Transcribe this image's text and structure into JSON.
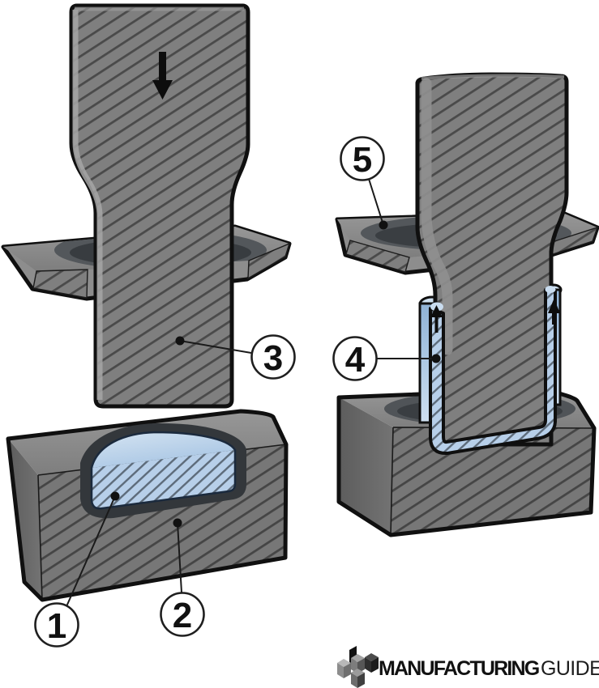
{
  "figure": {
    "callouts": [
      {
        "number": "1"
      },
      {
        "number": "2"
      },
      {
        "number": "3"
      },
      {
        "number": "4"
      },
      {
        "number": "5"
      }
    ]
  },
  "branding": {
    "logo_bold": "MANUFACTURING",
    "logo_light": "GUIDE"
  },
  "icons": {
    "down_arrow": "ram-stroke-down-arrow",
    "up_arrow_left": "material-flow-up-arrow",
    "up_arrow_right": "material-flow-up-arrow",
    "logo_mark": "isometric-cubes-logo-mark"
  },
  "colors": {
    "background": "#ffffff",
    "steel_gray": "#7c7c7c",
    "hatch_line": "#4a4a4a",
    "workpiece_blue": "#b7cfe9",
    "workpiece_hatch": "#5d6b7a",
    "workpiece_highlight": "#cfe0f0",
    "outline": "#101010"
  }
}
